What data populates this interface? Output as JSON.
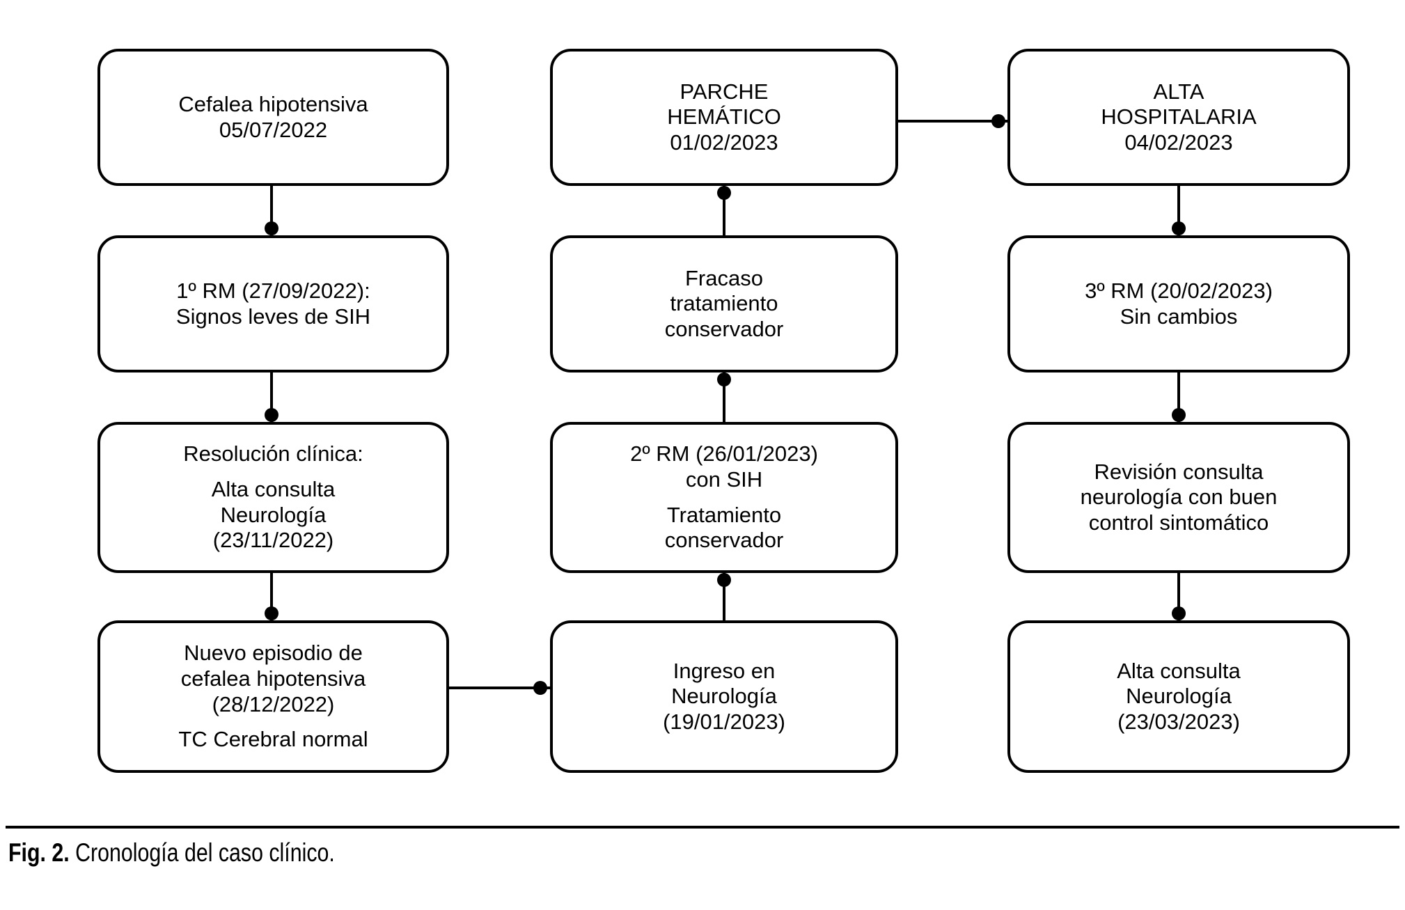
{
  "colors": {
    "line": "#000000",
    "background": "#ffffff",
    "text": "#000000"
  },
  "caption": {
    "prefix": "Fig. 2.",
    "text": "Cronología del caso clínico."
  },
  "boxes": {
    "cefalea_hipotensiva": {
      "p1": "Cefalea hipotensiva\n05/07/2022"
    },
    "primera_rm": {
      "p1": "1º RM (27/09/2022):\nSignos leves de SIH"
    },
    "resolucion_clinica": {
      "p1": "Resolución clínica:",
      "p2": "Alta consulta\nNeurología\n(23/11/2022)"
    },
    "nuevo_episodio": {
      "p1": "Nuevo episodio de\ncefalea hipotensiva\n(28/12/2022)",
      "p2": "TC Cerebral normal"
    },
    "parche_hematico": {
      "p1": "PARCHE\nHEMÁTICO\n01/02/2023"
    },
    "fracaso_tratamiento": {
      "p1": "Fracaso\ntratamiento\nconservador"
    },
    "segunda_rm": {
      "p1": "2º RM (26/01/2023)\ncon SIH",
      "p2": "Tratamiento\nconservador"
    },
    "ingreso_neurologia": {
      "p1": "Ingreso en\nNeurología\n(19/01/2023)"
    },
    "alta_hospitalaria": {
      "p1": "ALTA\nHOSPITALARIA\n04/02/2023"
    },
    "tercera_rm": {
      "p1": "3º RM (20/02/2023)\nSin cambios"
    },
    "revision_consulta": {
      "p1": "Revisión consulta\nneurología con buen\ncontrol sintomático"
    },
    "alta_consulta_neurologia": {
      "p1": "Alta consulta\nNeurología\n(23/03/2023)"
    }
  },
  "edges": [
    {
      "from": "cefalea_hipotensiva",
      "to": "primera_rm"
    },
    {
      "from": "primera_rm",
      "to": "resolucion_clinica"
    },
    {
      "from": "resolucion_clinica",
      "to": "nuevo_episodio"
    },
    {
      "from": "nuevo_episodio",
      "to": "ingreso_neurologia"
    },
    {
      "from": "ingreso_neurologia",
      "to": "segunda_rm"
    },
    {
      "from": "segunda_rm",
      "to": "fracaso_tratamiento"
    },
    {
      "from": "fracaso_tratamiento",
      "to": "parche_hematico"
    },
    {
      "from": "parche_hematico",
      "to": "alta_hospitalaria"
    },
    {
      "from": "alta_hospitalaria",
      "to": "tercera_rm"
    },
    {
      "from": "tercera_rm",
      "to": "revision_consulta"
    },
    {
      "from": "revision_consulta",
      "to": "alta_consulta_neurologia"
    }
  ]
}
